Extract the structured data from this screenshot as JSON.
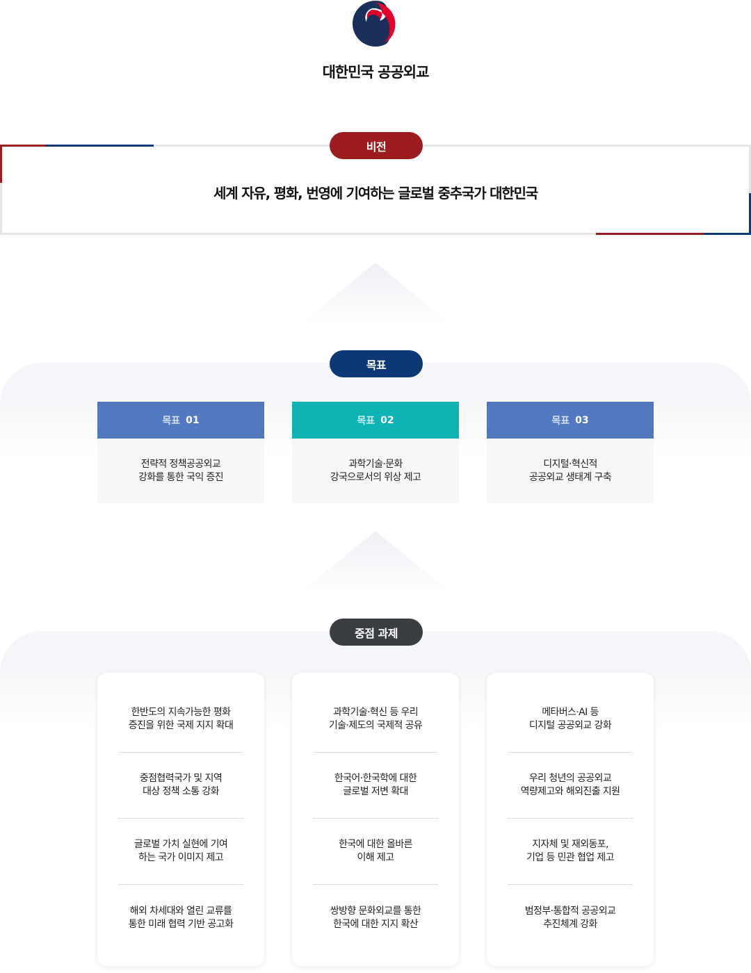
{
  "header": {
    "title": "대한민국 공공외교",
    "logo": "taegeuk-emblem"
  },
  "vision": {
    "label": "비전",
    "text": "세계 자유, 평화, 번영에 기여하는 글로벌 중추국가 대한민국"
  },
  "goals": {
    "label": "목표",
    "items": [
      {
        "tag": "목표",
        "num": "01",
        "text": "전략적 정책공공외교\n강화를 통한 국익 증진",
        "color": "#5279bf"
      },
      {
        "tag": "목표",
        "num": "02",
        "text": "과학기술·문화\n강국으로서의 위상 제고",
        "color": "#0fb3b3"
      },
      {
        "tag": "목표",
        "num": "03",
        "text": "디지털·혁신적\n공공외교 생태계 구축",
        "color": "#5279bf"
      }
    ]
  },
  "tasks": {
    "label": "중점 과제",
    "columns": [
      [
        "한반도의 지속가능한 평화\n증진을 위한 국제 지지 확대",
        "중점협력국가 및 지역\n대상 정책 소통 강화",
        "글로벌 가치 실현에 기여\n하는 국가 이미지 제고",
        "해외 차세대와 열린 교류를\n통한 미래 협력 기반 공고화"
      ],
      [
        "과학기술·혁신 등 우리\n기술·제도의 국제적 공유",
        "한국어·한국학에 대한\n글로벌 저변 확대",
        "한국에 대한 올바른\n이해 제고",
        "쌍방향 문화외교를 통한\n한국에 대한 지지 확산"
      ],
      [
        "메타버스·AI 등\n디지털 공공외교 강화",
        "우리 청년의 공공외교\n역량제고와 해외진출 지원",
        "지자체 및 재외동포,\n기업 등 민관 협업 제고",
        "범정부·통합적 공공외교\n추진체계 강화"
      ]
    ]
  },
  "colors": {
    "red": "#9c1c20",
    "navy": "#0e3875",
    "dark": "#3a3d42"
  }
}
